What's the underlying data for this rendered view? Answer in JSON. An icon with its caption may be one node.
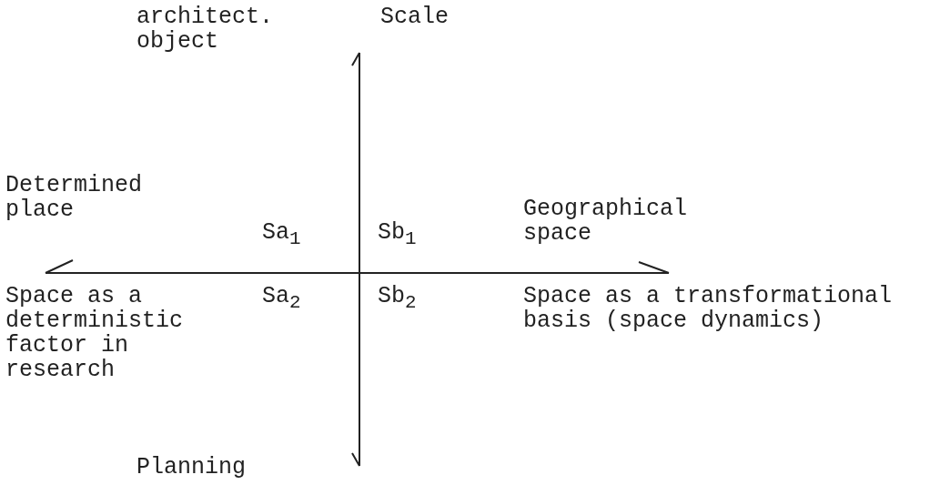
{
  "diagram": {
    "labels": [
      "architect. object",
      "Scale",
      "Determined place",
      "Sa$_{1}$",
      "Sb$_{1}$",
      "Geographical space",
      "Space as a deterministic factor in research",
      "Sa$_{2}$",
      "Sb$_{2}$",
      "Space as a transformational basis (space dynamics)",
      "Planning"
    ]
  }
}
